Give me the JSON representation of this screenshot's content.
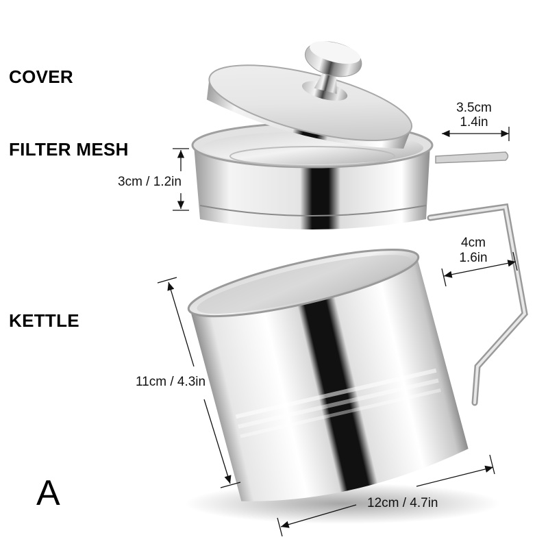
{
  "parts": {
    "cover": "COVER",
    "filter_mesh": "FILTER MESH",
    "kettle": "KETTLE"
  },
  "dimensions": {
    "handle_tab": {
      "cm": "3.5cm",
      "in": "1.4in"
    },
    "filter_height": "3cm / 1.2in",
    "handle_width": {
      "cm": "4cm",
      "in": "1.6in"
    },
    "kettle_height": "11cm / 4.3in",
    "kettle_diameter": "12cm / 4.7in"
  },
  "variant_letter": "A",
  "colors": {
    "background": "#ffffff",
    "text": "#000000",
    "steel_light": "#f4f4f4",
    "steel_mid": "#b8b8b8",
    "steel_dark": "#1a1a1a"
  }
}
